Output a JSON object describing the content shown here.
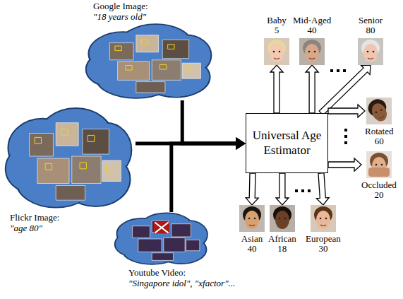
{
  "diagram": {
    "nodes": [
      {
        "text": [
          "Google Image:",
          "\"18 years old\""
        ]
      },
      {
        "text": [
          "Flickr Image:",
          "\"age 80\""
        ]
      },
      {
        "text": [
          "Youtube Video:",
          "\"Singapore idol\", \"xfactor\"..."
        ]
      },
      {
        "text": [
          "Universal Age Estimator"
        ]
      },
      {
        "text": [
          "Baby",
          "5"
        ]
      },
      {
        "text": [
          "Mid-Aged",
          "40"
        ]
      },
      {
        "text": [
          "Senior",
          "80"
        ]
      },
      {
        "text": [
          "Rotated",
          "60"
        ]
      },
      {
        "text": [
          "Occluded",
          "20"
        ]
      },
      {
        "text": [
          "Asian",
          "40"
        ]
      },
      {
        "text": [
          "African",
          "18"
        ]
      },
      {
        "text": [
          "European",
          "30"
        ]
      }
    ],
    "edges": [
      {
        "from": 0,
        "to": 3,
        "arrow": "to"
      },
      {
        "from": 1,
        "to": 3,
        "arrow": "to"
      },
      {
        "from": 2,
        "to": 3,
        "arrow": "to"
      },
      {
        "from": 3,
        "to": 4,
        "arrow": "to"
      },
      {
        "from": 3,
        "to": 5,
        "arrow": "to"
      },
      {
        "from": 3,
        "to": 6,
        "arrow": "to"
      },
      {
        "from": 3,
        "to": 7,
        "arrow": "to"
      },
      {
        "from": 3,
        "to": 8,
        "arrow": "to"
      },
      {
        "from": 3,
        "to": 9,
        "arrow": "to"
      },
      {
        "from": 3,
        "to": 10,
        "arrow": "to"
      },
      {
        "from": 3,
        "to": 11,
        "arrow": "to"
      }
    ]
  }
}
